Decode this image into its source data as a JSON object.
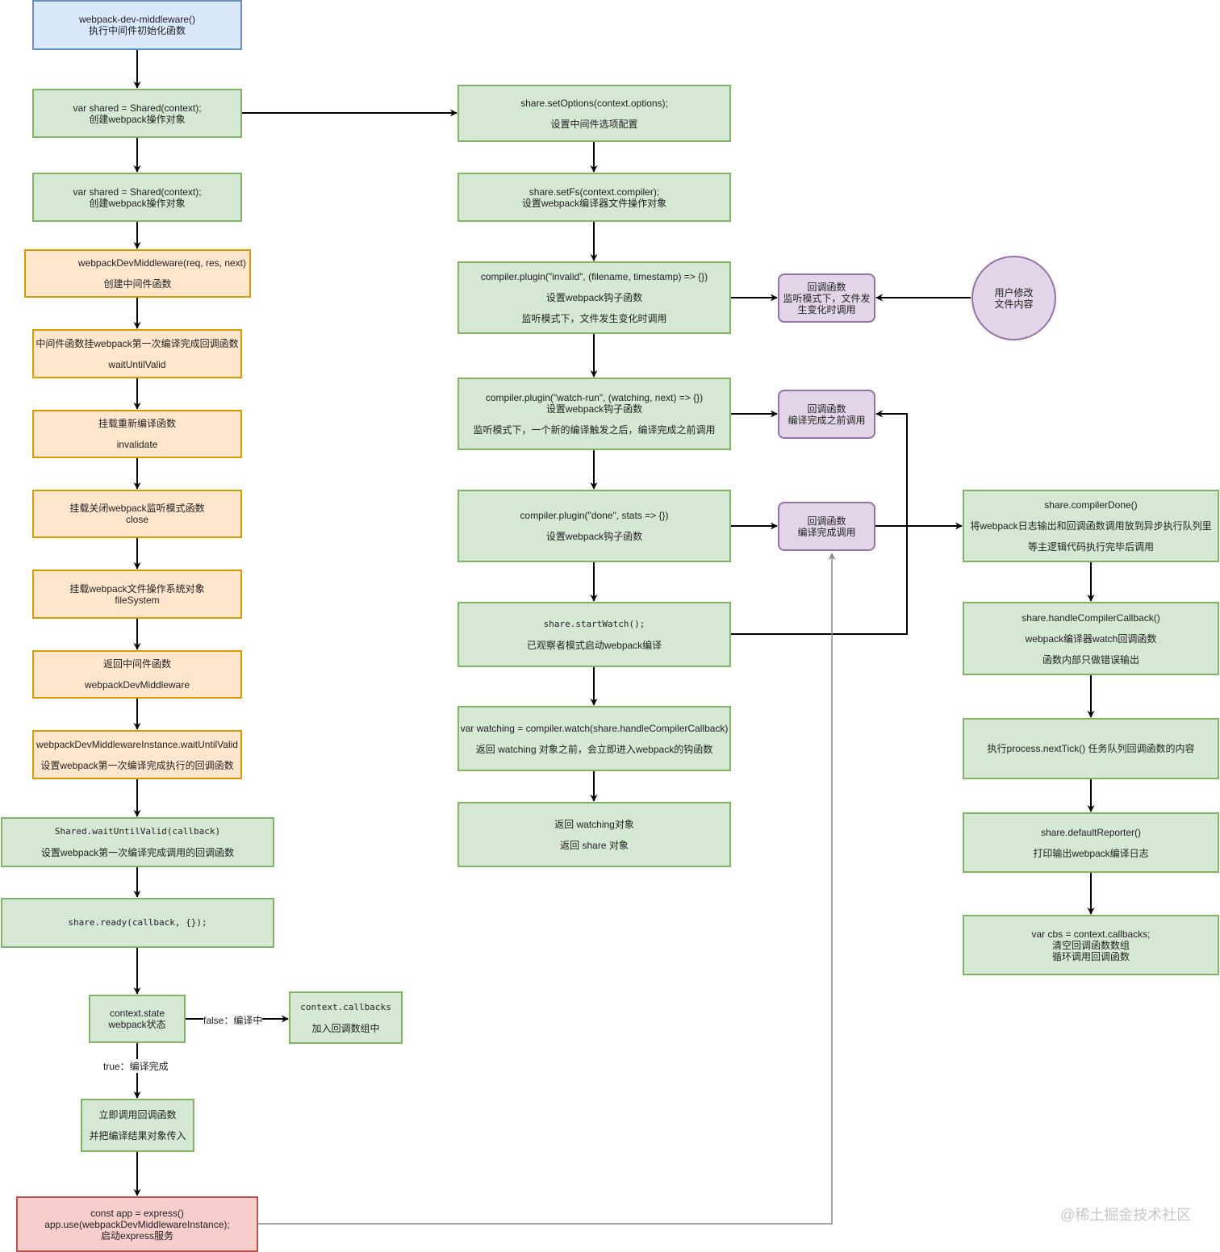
{
  "nodes": {
    "n1": [
      "webpack-dev-middleware()",
      "执行中间件初始化函数"
    ],
    "n2": [
      "var shared = Shared(context);",
      "创建webpack操作对象"
    ],
    "n3": [
      "var shared = Shared(context);",
      "创建webpack操作对象"
    ],
    "n4": [
      "webpackDevMiddleware(req, res, next)",
      "创建中间件函数"
    ],
    "n5": [
      "中间件函数挂webpack第一次编译完成回调函数",
      "waitUntilValid"
    ],
    "n6": [
      "挂载重新编译函数",
      "invalidate"
    ],
    "n7": [
      "挂载关闭webpack监听模式函数",
      "close"
    ],
    "n8": [
      "挂载webpack文件操作系统对象",
      "fileSystem"
    ],
    "n9": [
      "返回中间件函数",
      "webpackDevMiddleware"
    ],
    "n10": [
      "webpackDevMiddlewareInstance.waitUntilValid",
      "设置webpack第一次编译完成执行的回调函数"
    ],
    "n11": [
      "Shared.waitUntilValid(callback)",
      "设置webpack第一次编译完成调用的回调函数"
    ],
    "n12": [
      "share.ready(callback, {});"
    ],
    "n13": [
      "context.state",
      "webpack状态"
    ],
    "n14": [
      "context.callbacks",
      "加入回调数组中"
    ],
    "n15": [
      "立即调用回调函数",
      "并把编译结果对象传入"
    ],
    "n16": [
      "const app = express()",
      "app.use(webpackDevMiddlewareInstance);",
      "启动express服务"
    ],
    "m1": [
      "share.setOptions(context.options);",
      "设置中间件选项配置"
    ],
    "m2": [
      "share.setFs(context.compiler);",
      "设置webpack编译器文件操作对象"
    ],
    "m3": [
      "compiler.plugin(\"invalid\", (filename, timestamp) => {})",
      "设置webpack钩子函数",
      "监听模式下，文件发生变化时调用"
    ],
    "m4": [
      "compiler.plugin(\"watch-run\", (watching, next) => {})",
      "设置webpack钩子函数",
      "监听模式下，一个新的编译触发之后，编译完成之前调用"
    ],
    "m5": [
      "compiler.plugin(\"done\", stats => {})",
      "设置webpack钩子函数"
    ],
    "m6": [
      "share.startWatch();",
      "已观察者模式启动webpack编译"
    ],
    "m7": [
      "var watching = compiler.watch(share.handleCompilerCallback)",
      "返回  watching 对象之前，会立即进入webpack的钩函数"
    ],
    "m8": [
      "返回 watching对象",
      "返回 share 对象"
    ],
    "p1": [
      "回调函数",
      "监听模式下，文件发",
      "生变化时调用"
    ],
    "p2": [
      "回调函数",
      "编译完成之前调用"
    ],
    "p3": [
      "回调函数",
      "编译完成调用"
    ],
    "c1": [
      "用户修改",
      "文件内容"
    ],
    "r1": [
      "share.compilerDone()",
      "将webpack日志输出和回调函数调用放到异步执行队列里",
      "等主逻辑代码执行完毕后调用"
    ],
    "r2": [
      "share.handleCompilerCallback()",
      "webpack编译器watch回调函数",
      "函数内部只做错误输出"
    ],
    "r3": [
      "执行process.nextTick() 任务队列回调函数的内容"
    ],
    "r4": [
      "share.defaultReporter()",
      "打印输出webpack编译日志"
    ],
    "r5": [
      "var cbs = context.callbacks;",
      "清空回调函数数组",
      "循环调用回调函数"
    ]
  },
  "edge_labels": {
    "false_branch": "false：编译中",
    "true_branch": "true：编译完成"
  },
  "watermark": "@稀土掘金技术社区",
  "colors": {
    "blue_fill": "#dae8fc",
    "blue_stroke": "#6c8ebf",
    "green_fill": "#d5e8d4",
    "green_stroke": "#82b366",
    "orange_fill": "#ffe6cc",
    "orange_stroke": "#d79b00",
    "purple_fill": "#e1d5e7",
    "purple_stroke": "#9673a6",
    "red_fill": "#f8cecc",
    "red_stroke": "#b85450",
    "edge": "#000000",
    "edge_gray": "#888888"
  }
}
